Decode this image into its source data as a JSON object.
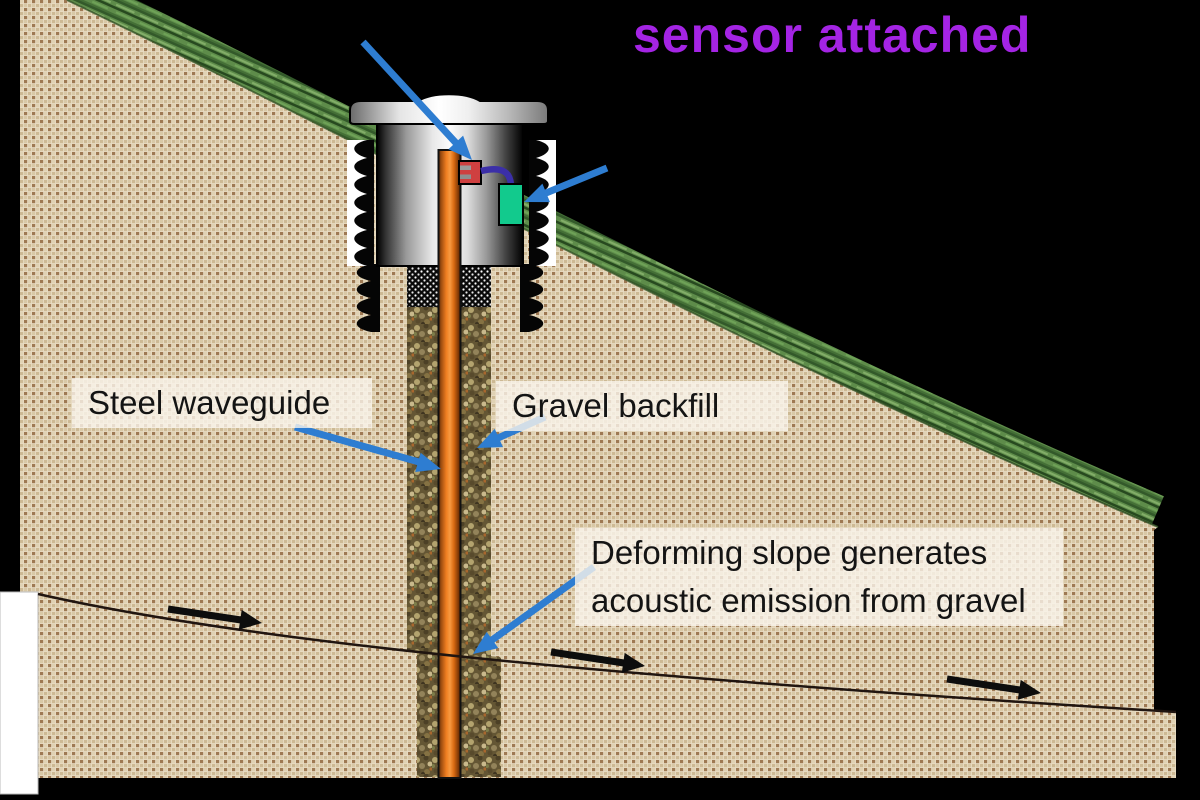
{
  "title": {
    "text": "sensor attached",
    "color": "#a424e4"
  },
  "labels": {
    "steel_waveguide": "Steel waveguide",
    "gravel_backfill": "Gravel backfill",
    "deforming": "Deforming slope generates\nacoustic emission from gravel"
  },
  "colors": {
    "annotation_arrow_blue": "#2e7dd1",
    "movement_arrow_black": "#0d0d0d",
    "slip_surface_line": "#201510",
    "waveguide_orange": "#ee7d20",
    "sensor_box_green": "#12ca8d",
    "clamp_red": "#cf4040",
    "cable_indigo": "#3b2fa8",
    "label_bg": "rgba(250,245,236,0.8)",
    "label_text": "#141414"
  }
}
